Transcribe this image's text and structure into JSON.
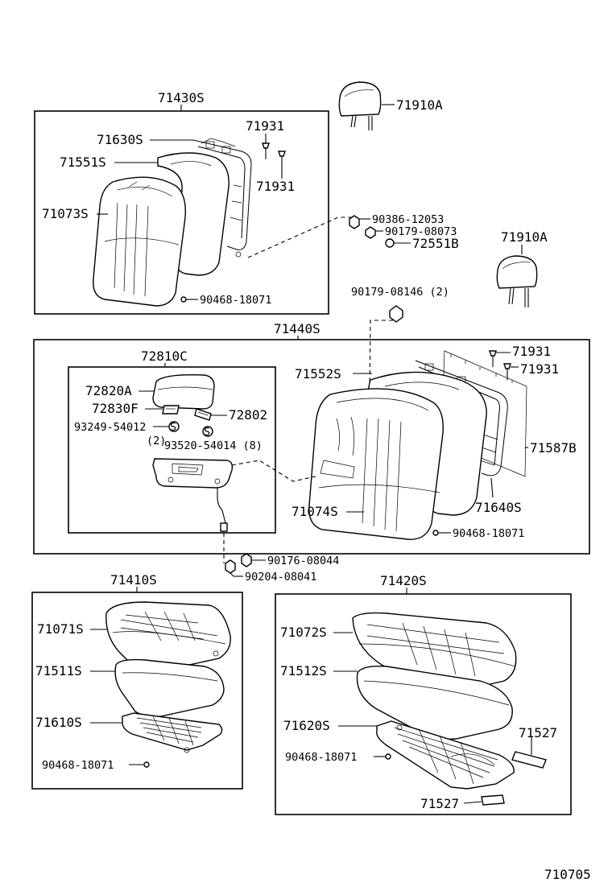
{
  "groups": {
    "front_back": "71430S",
    "rear_back": "71440S",
    "armrest": "72810C",
    "front_cushion": "71410S",
    "rear_cushion": "71420S"
  },
  "labels": {
    "p71910a_1": "71910A",
    "p71910a_2": "71910A",
    "p71630s": "71630S",
    "p71931_a": "71931",
    "p71931_b": "71931",
    "p71551s": "71551S",
    "p71073s": "71073S",
    "p90468_1": "90468-18071",
    "p90386": "90386-12053",
    "p90179_08073": "90179-08073",
    "p72551b": "72551B",
    "p90179_08146": "90179-08146 (2)",
    "p71931_c": "71931",
    "p71931_d": "71931",
    "p71552s": "71552S",
    "p72820a": "72820A",
    "p72830f": "72830F",
    "p72802": "72802",
    "p93249": "93249-54012",
    "p93249_qty": "(2)",
    "p93520": "93520-54014 (8)",
    "p71587b": "71587B",
    "p71640s": "71640S",
    "p71074s": "71074S",
    "p90468_2": "90468-18071",
    "p90176": "90176-08044",
    "p90204": "90204-08041",
    "p71071s": "71071S",
    "p71511s": "71511S",
    "p71610s": "71610S",
    "p90468_3": "90468-18071",
    "p71072s": "71072S",
    "p71512s": "71512S",
    "p71620s": "71620S",
    "p71527_a": "71527",
    "p90468_4": "90468-18071",
    "p71527_b": "71527"
  },
  "diagram_code": "710705"
}
